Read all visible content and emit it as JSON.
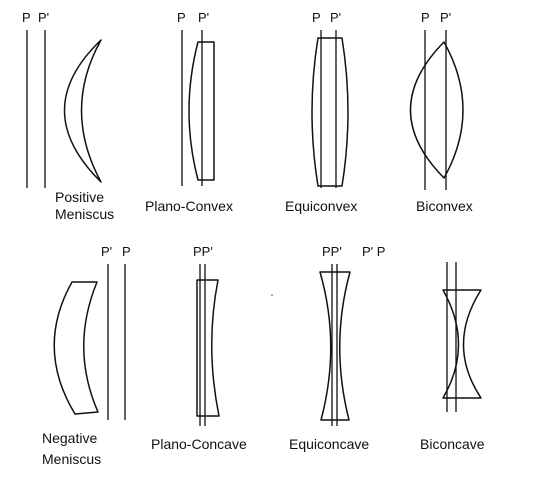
{
  "principal_plane_labels": {
    "p": "P",
    "p_prime": "P'",
    "pp_prime": "PP'",
    "p_prime_p": "P' P"
  },
  "lenses": {
    "positive_meniscus": {
      "line1": "Positive",
      "line2": "Meniscus"
    },
    "plano_convex": "Plano-Convex",
    "equiconvex": "Equiconvex",
    "biconvex": "Biconvex",
    "negative_meniscus": {
      "line1": "Negative",
      "line2": "Meniscus"
    },
    "plano_concave": "Plano-Concave",
    "equiconcave": "Equiconcave",
    "biconcave": "Biconcave"
  }
}
